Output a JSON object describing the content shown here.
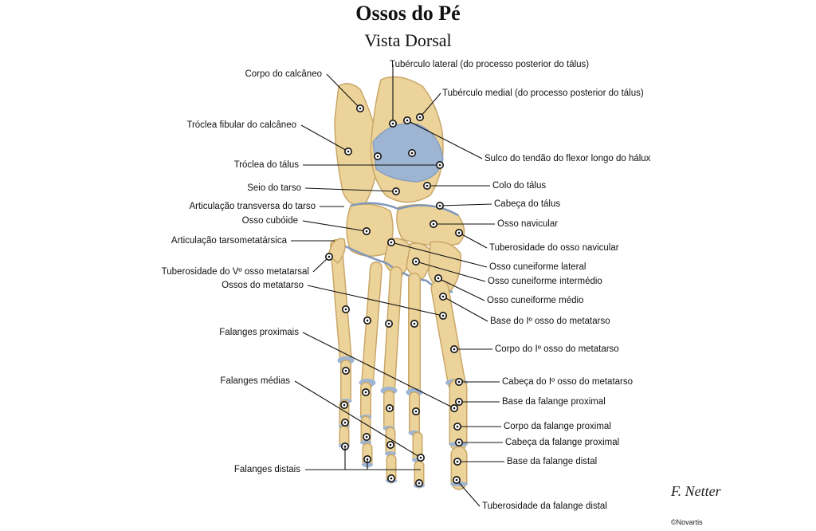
{
  "title": "Ossos do Pé",
  "subtitle": "Vista Dorsal",
  "signature": "F. Netter",
  "copyright": "©Novartis",
  "colors": {
    "bone": "#ecd39a",
    "bone_shade": "#c9a768",
    "cartilage": "#9db4d2",
    "line": "#111111"
  },
  "labels_left": [
    "Corpo do calcâneo",
    "Tróclea fibular do calcâneo",
    "Tróclea do tálus",
    "Seio do tarso",
    "Articulação transversa do tarso",
    "Osso cubóide",
    "Articulação tarsometatársica",
    "Tuberosidade do Vº osso metatarsal",
    "Ossos do metatarso",
    "Falanges proximais",
    "Falanges médias",
    "Falanges distais"
  ],
  "labels_right": [
    "Tubérculo lateral (do processo posterior do tálus)",
    "Tubérculo medial (do processo posterior do tálus)",
    "Sulco do tendão do flexor longo do hálux",
    "Colo do tálus",
    "Cabeça do tálus",
    "Osso navicular",
    "Tuberosidade do osso navicular",
    "Osso cuneiforme lateral",
    "Osso cuneiforme intermédio",
    "Osso cuneiforme médio",
    "Base do Iº osso do metatarso",
    "Corpo do Iº osso do metatarso",
    "Cabeça do Iº osso do metatarso",
    "Base da falange proximal",
    "Corpo da falange proximal",
    "Cabeça da falange proximal",
    "Base da falange distal",
    "Tuberosidade da falange distal"
  ]
}
